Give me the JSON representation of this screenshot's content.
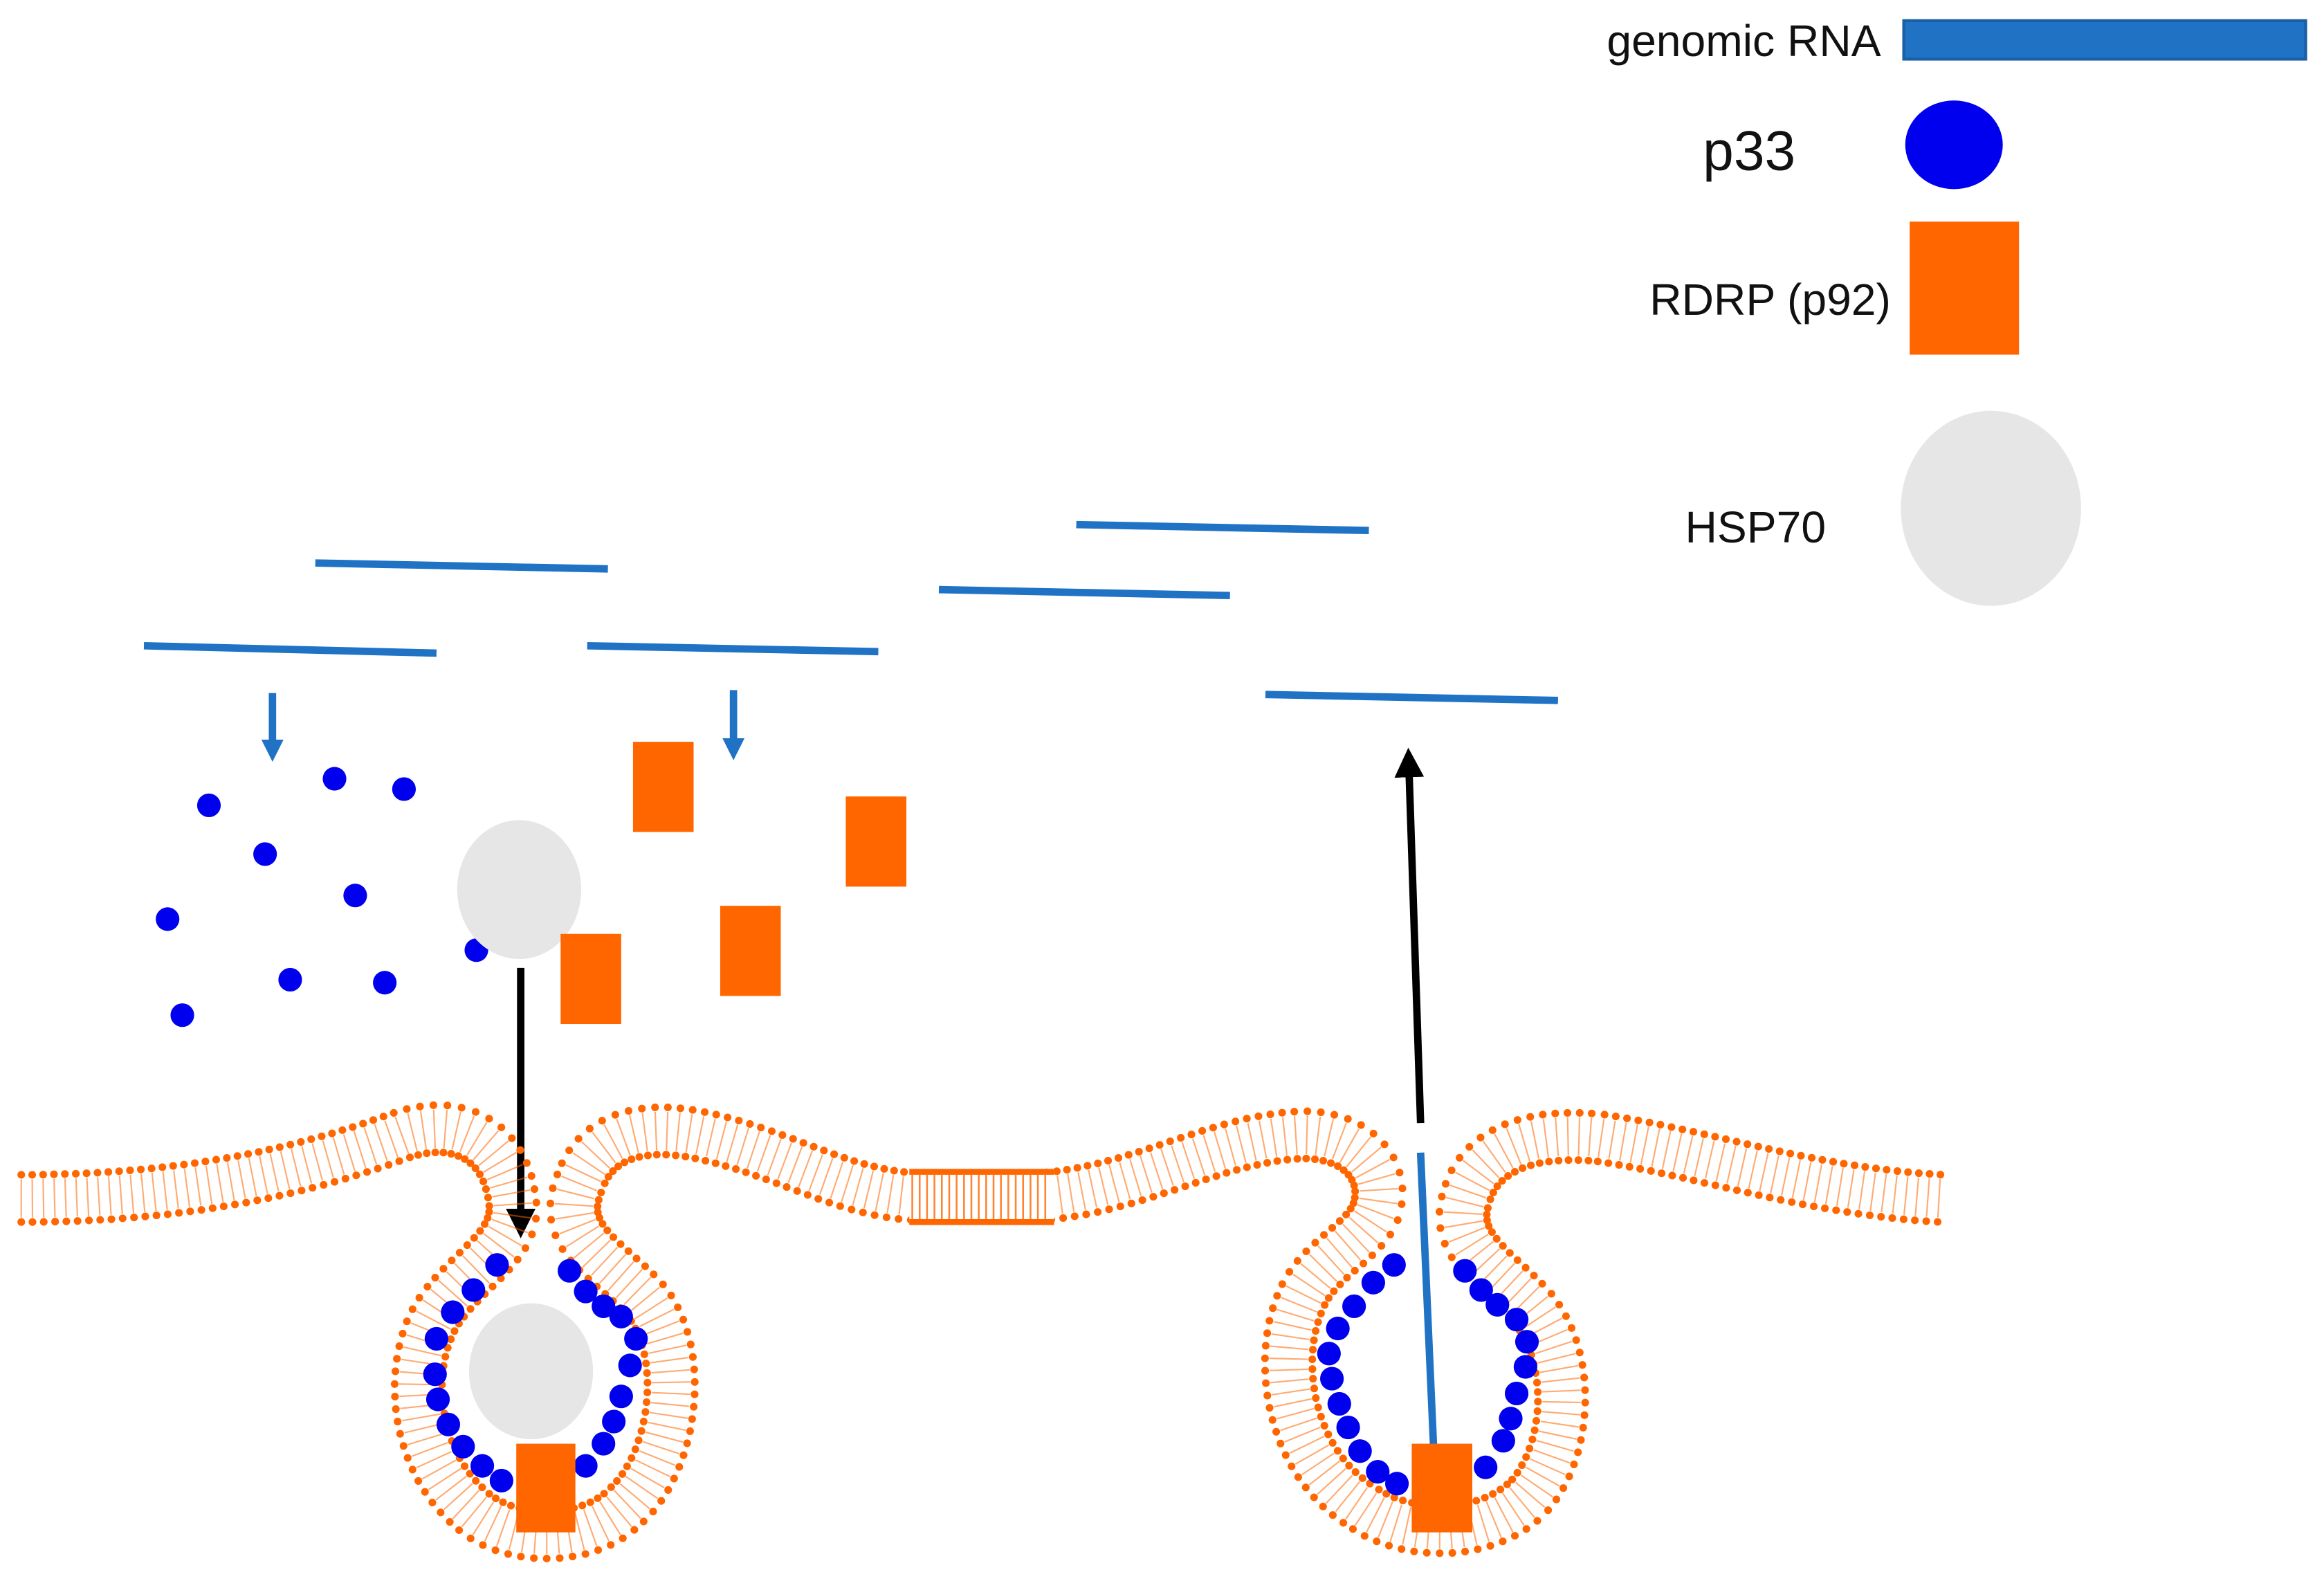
{
  "legend": {
    "genomic_rna": "genomic RNA",
    "p33": "p33",
    "rdrp": "RDRP (p92)",
    "hsp70": "HSP70"
  },
  "colors": {
    "genomic_rna": "#1f72c4",
    "p33": "#0000ee",
    "rdrp": "#ff6600",
    "hsp70": "#e6e6e6",
    "membrane": "#ff6600",
    "arrow": "#000000"
  }
}
